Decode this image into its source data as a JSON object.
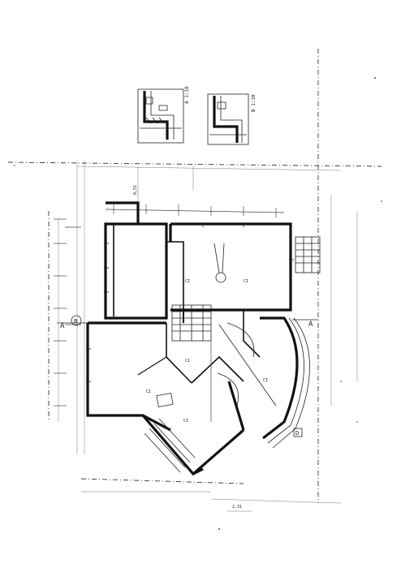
{
  "markers": {
    "section_left_A": "A",
    "section_left_B": "B",
    "section_right_A": "A",
    "corner_mark": "D"
  },
  "details": {
    "label_top": "A 1:10",
    "label_right": "B 1:10"
  },
  "rooms": {
    "large_room_mid": "CI",
    "large_room_right": "CI",
    "lower_left": "CI",
    "lower_mid": "C1",
    "hall_right": "CI",
    "small_room": "CI"
  },
  "dims": {
    "top_dim": "0,51",
    "bottom_dim": "2,31"
  },
  "colors": {
    "ink": "#111111",
    "paper": "#ffffff"
  }
}
